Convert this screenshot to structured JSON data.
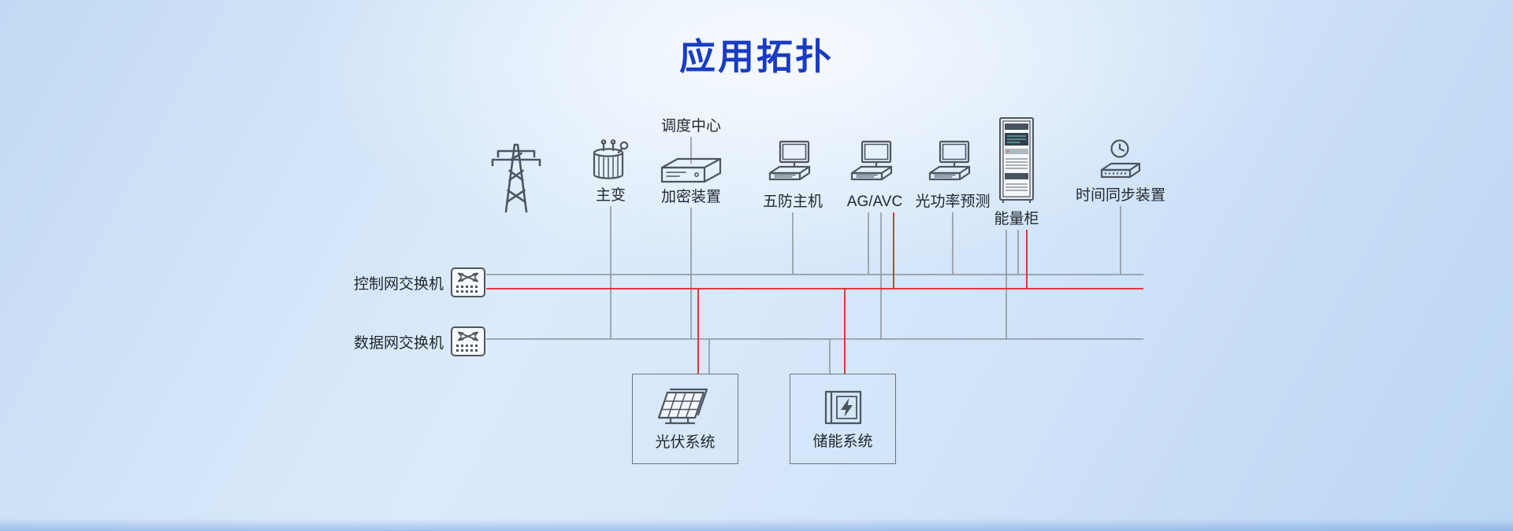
{
  "title": "应用拓扑",
  "nodes": {
    "dispatch_center": "调度中心",
    "transformer": "主变",
    "encryption": "加密装置",
    "five_prevention": "五防主机",
    "agavc": "AG/AVC",
    "power_forecast": "光功率预测",
    "energy_cabinet": "能量柜",
    "time_sync": "时间同步装置"
  },
  "switches": {
    "control": "控制网交换机",
    "data": "数据网交换机"
  },
  "systems": {
    "pv": "光伏系统",
    "storage": "储能系统"
  },
  "colors": {
    "title": "#1a3bc4",
    "line": "#8b9199",
    "line-red": "#e02424",
    "icon": "#4d565f",
    "label": "#23282e",
    "box-border": "#6e767e"
  }
}
